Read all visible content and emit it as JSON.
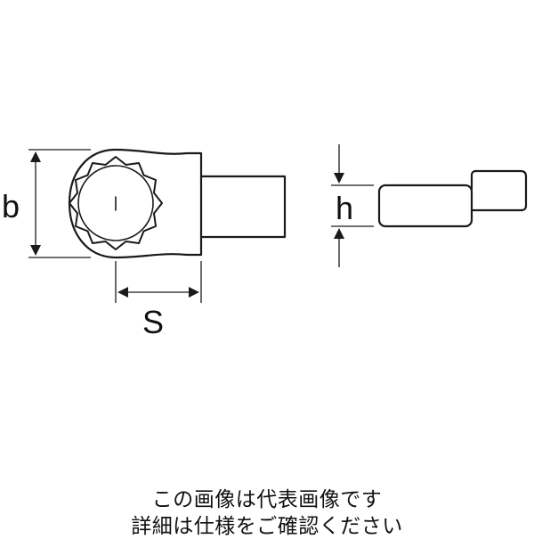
{
  "dimensions": {
    "width_label": "b",
    "size_label": "S",
    "height_label": "h"
  },
  "caption": {
    "line1": "この画像は代表画像です",
    "line2": "詳細は仕様をご確認ください"
  },
  "colors": {
    "line": "#1a1a1a",
    "background": "#ffffff"
  }
}
